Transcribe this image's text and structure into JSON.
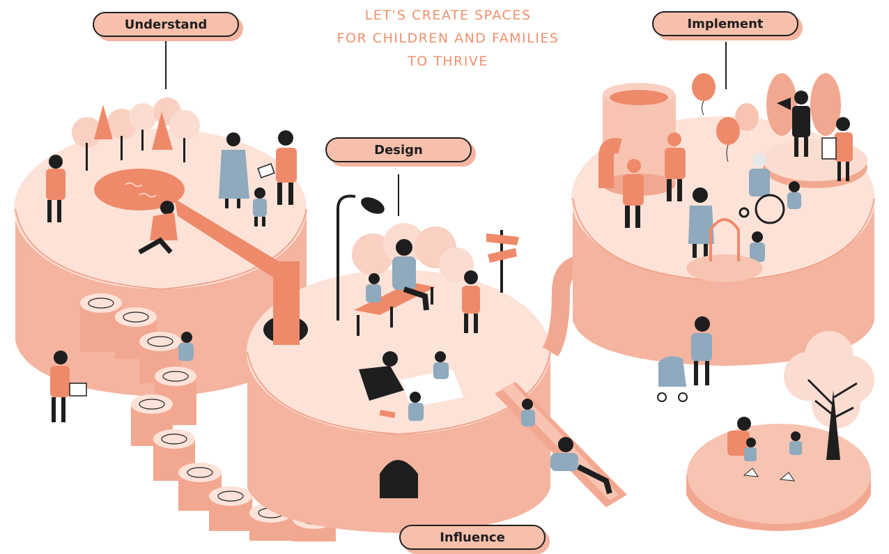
{
  "headline": {
    "line1": "LET’S CREATE SPACES",
    "line2": "FOR CHILDREN AND FAMILIES",
    "line3": "TO THRIVE"
  },
  "stages": {
    "understand": "Understand",
    "design": "Design",
    "implement": "Implement",
    "influence": "Influence"
  },
  "colors": {
    "salmon_light": "#f7c4b2",
    "salmon": "#f2a890",
    "coral": "#ee8a6a",
    "blue_grey": "#8fa9bd",
    "ink": "#1e1e1e",
    "headline": "#f0906c"
  }
}
